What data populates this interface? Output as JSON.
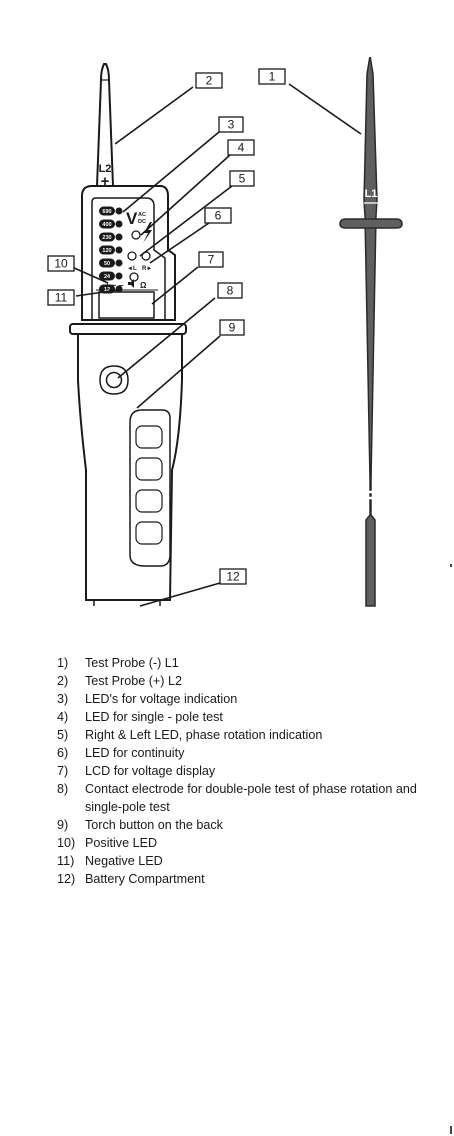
{
  "probe_labels": {
    "plus_probe": "L2",
    "plus_sign": "+",
    "minus_probe": "L1"
  },
  "voltage_leds": [
    "690",
    "400",
    "230",
    "120",
    "50",
    "24",
    "12"
  ],
  "indicator_text": {
    "volt": "V",
    "ac": "AC",
    "dc": "DC",
    "left_led": "◄L",
    "right_led": "R►",
    "ohm": "Ω",
    "pos_neg": "+ ~ −"
  },
  "callouts": [
    "1",
    "2",
    "3",
    "4",
    "5",
    "6",
    "7",
    "8",
    "9",
    "10",
    "11",
    "12"
  ],
  "legend": [
    {
      "num": "1)",
      "text": "Test Probe (-) L1"
    },
    {
      "num": "2)",
      "text": "Test Probe (+) L2"
    },
    {
      "num": "3)",
      "text": "LED's for voltage indication"
    },
    {
      "num": "4)",
      "text": "LED for single - pole test"
    },
    {
      "num": "5)",
      "text": "Right & Left LED, phase rotation indication"
    },
    {
      "num": "6)",
      "text": "LED for continuity"
    },
    {
      "num": "7)",
      "text": "LCD for voltage display"
    },
    {
      "num": "8)",
      "text": "Contact electrode for double-pole test of phase rotation and single-pole test"
    },
    {
      "num": "9)",
      "text": "Torch button on the back"
    },
    {
      "num": "10)",
      "text": "Positive LED"
    },
    {
      "num": "11)",
      "text": "Negative LED"
    },
    {
      "num": "12)",
      "text": "Battery Compartment"
    }
  ]
}
